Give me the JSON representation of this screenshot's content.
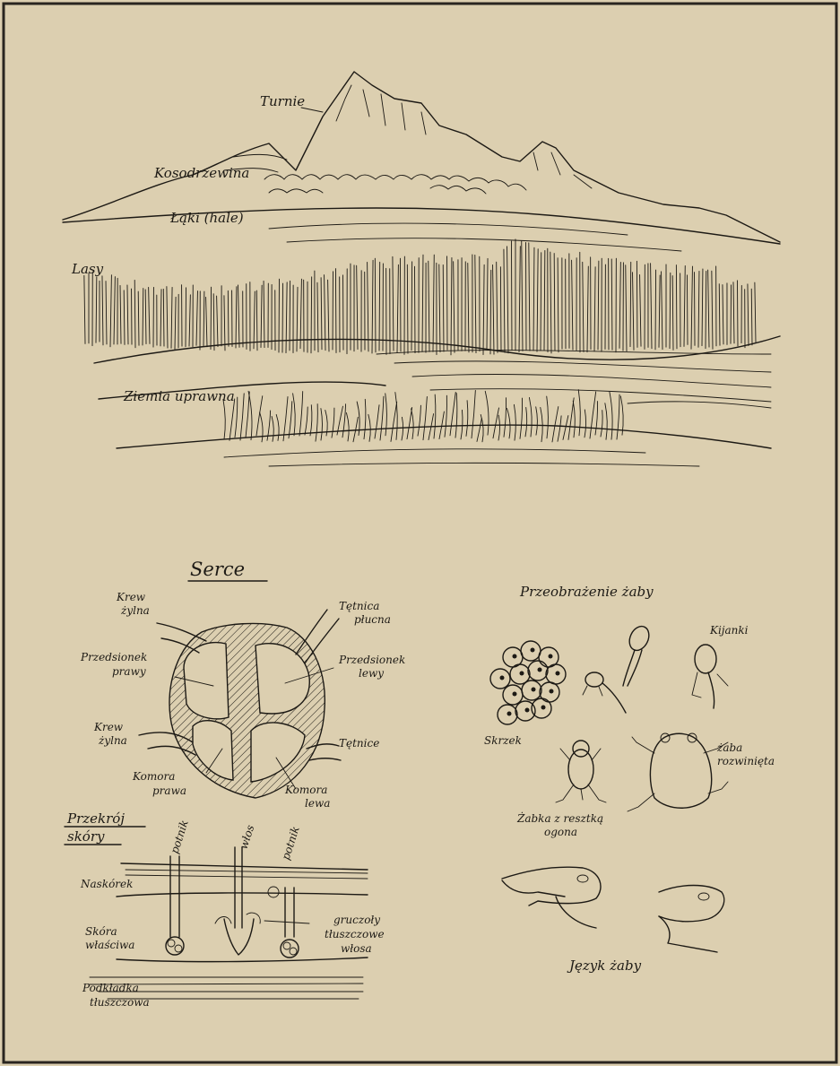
{
  "landscape": {
    "labels": {
      "turnie": "Turnie",
      "kosodrzewina": "Kosodrzewina",
      "laki": "Łąki (hale)",
      "lasy": "Lasy",
      "ziemia": "Ziemia uprawna"
    }
  },
  "heart": {
    "title": "Serce",
    "labels": {
      "krew_zylna_top": [
        "Krew",
        "żylna"
      ],
      "tetnica_plucna": [
        "Tętnica",
        "płucna"
      ],
      "przedsionek_prawy": [
        "Przedsionek",
        "prawy"
      ],
      "przedsionek_lewy": [
        "Przedsionek",
        "lewy"
      ],
      "krew_zylna_bottom": [
        "Krew",
        "żylna"
      ],
      "tetnice": "Tętnice",
      "komora_prawa": [
        "Komora",
        "prawa"
      ],
      "komora_lewa": [
        "Komora",
        "lewa"
      ]
    }
  },
  "skin": {
    "title": [
      "Przekrój",
      "skóry"
    ],
    "labels": {
      "potnik_left": "potnik",
      "wlos": "włos",
      "potnik_right": "potnik",
      "naskorek": "Naskórek",
      "skora_wlasciwa": [
        "Skóra",
        "właściwa"
      ],
      "gruczoly": [
        "gruczoły",
        "tłuszczowe",
        "włosa"
      ],
      "podkladka": [
        "Podkładka",
        "tłuszczowa"
      ]
    }
  },
  "frog": {
    "title": "Przeobrażenie żaby",
    "labels": {
      "kijanki": "Kijanki",
      "skrzek": "Skrzek",
      "zaba_rozwinieta": [
        "żaba",
        "rozwinięta"
      ],
      "zabka": [
        "Żabka z resztką",
        "ogona"
      ],
      "jezyk": "Język żaby"
    }
  }
}
